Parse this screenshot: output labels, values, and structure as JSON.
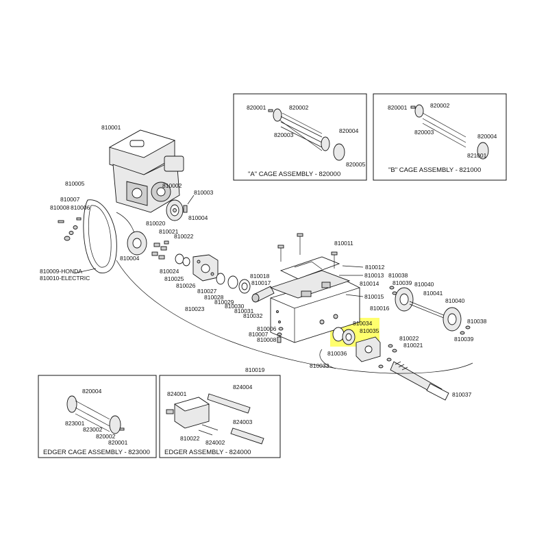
{
  "highlight_color": "#ffff55",
  "boxes": {
    "a_cage": "\"A\" CAGE ASSEMBLY - 820000",
    "b_cage": "\"B\" CAGE ASSEMBLY - 821000",
    "edger_cage": "EDGER CAGE ASSEMBLY - 823000",
    "edger": "EDGER ASSEMBLY - 824000"
  },
  "labels": {
    "p810001": "810001",
    "p810002": "810002",
    "p810003": "810003",
    "p810004a": "810004",
    "p810004b": "810004",
    "p810005": "810005",
    "p810006a": "810006",
    "p810006b": "810006",
    "p810007a": "810007",
    "p810007b": "810007",
    "p810008a": "810008",
    "p810008b": "810008",
    "p810009": "810009-HONDA",
    "p810010": "810010-ELECTRIC",
    "p810011": "810011",
    "p810012": "810012",
    "p810013": "810013",
    "p810014": "810014",
    "p810015": "810015",
    "p810016": "810016",
    "p810017": "810017",
    "p810018": "810018",
    "p810019": "810019",
    "p810020": "810020",
    "p810021a": "810021",
    "p810021b": "810021",
    "p810022a": "810022",
    "p810022b": "810022",
    "p810023": "810023",
    "p810024": "810024",
    "p810025": "810025",
    "p810026": "810026",
    "p810027": "810027",
    "p810028": "810028",
    "p810029": "810029",
    "p810030": "810030",
    "p810031": "810031",
    "p810032": "810032",
    "p810033": "810033",
    "p810034": "810034",
    "p810035": "810035",
    "p810036": "810036",
    "p810037": "810037",
    "p810038a": "810038",
    "p810038b": "810038",
    "p810039a": "810039",
    "p810039b": "810039",
    "p810040a": "810040",
    "p810040b": "810040",
    "p810041": "810041",
    "a820001": "820001",
    "a820002": "820002",
    "a820003": "820003",
    "a820004": "820004",
    "a820005": "820005",
    "b820001": "820001",
    "b820002": "820002",
    "b820003": "820003",
    "b820004": "820004",
    "b821001": "821001",
    "e820004": "820004",
    "e823001": "823001",
    "e823002": "823002",
    "e820002": "820002",
    "e820001": "820001",
    "g824001": "824001",
    "g824004": "824004",
    "g824003": "824003",
    "g824002": "824002",
    "g810022": "810022"
  }
}
